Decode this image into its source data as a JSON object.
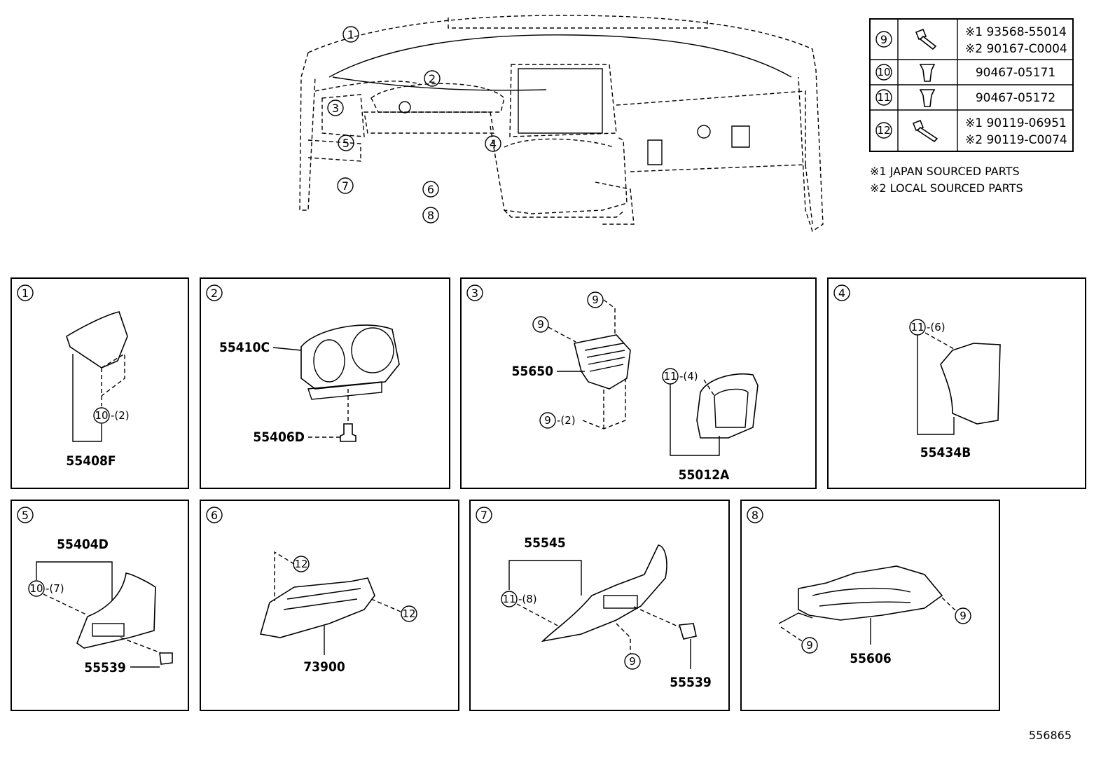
{
  "legend": {
    "rows": [
      {
        "ref": "9",
        "lines": [
          "※1 93568-55014",
          "※2 90167-C0004"
        ]
      },
      {
        "ref": "10",
        "lines": [
          "90467-05171"
        ]
      },
      {
        "ref": "11",
        "lines": [
          "90467-05172"
        ]
      },
      {
        "ref": "12",
        "lines": [
          "※1 90119-06951",
          "※2 90119-C0074"
        ]
      }
    ],
    "notes": [
      "※1 JAPAN SOURCED PARTS",
      "※2 LOCAL SOURCED PARTS"
    ]
  },
  "overview": {
    "callouts": [
      "1",
      "2",
      "3",
      "4",
      "5",
      "6",
      "7",
      "8"
    ]
  },
  "panels": [
    {
      "num": "1",
      "parts": [
        "55408F"
      ],
      "refs": [
        "10",
        "-(2)"
      ]
    },
    {
      "num": "2",
      "parts": [
        "55410C",
        "55406D"
      ],
      "refs": []
    },
    {
      "num": "3",
      "parts": [
        "55650",
        "55012A"
      ],
      "refs": [
        "9",
        "9",
        "9",
        "-(2)",
        "11",
        "-(4)"
      ]
    },
    {
      "num": "4",
      "parts": [
        "55434B"
      ],
      "refs": [
        "11",
        "-(6)"
      ]
    },
    {
      "num": "5",
      "parts": [
        "55404D",
        "55539"
      ],
      "refs": [
        "10",
        "-(7)"
      ]
    },
    {
      "num": "6",
      "parts": [
        "73900"
      ],
      "refs": [
        "12",
        "12"
      ]
    },
    {
      "num": "7",
      "parts": [
        "55545",
        "55539"
      ],
      "refs": [
        "11",
        "-(8)",
        "9"
      ]
    },
    {
      "num": "8",
      "parts": [
        "55606"
      ],
      "refs": [
        "9",
        "9"
      ]
    }
  ],
  "footer": {
    "diagram_id": "556865"
  }
}
